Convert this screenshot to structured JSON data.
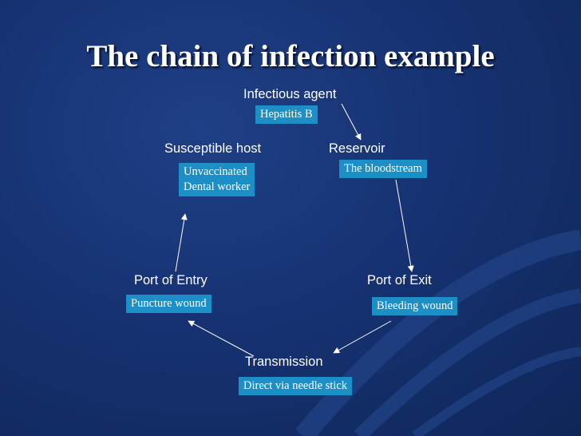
{
  "title": "The chain of infection example",
  "stages": {
    "agent": {
      "label": "Infectious agent",
      "example": [
        "Hepatitis B"
      ]
    },
    "reservoir": {
      "label": "Reservoir",
      "example": [
        "The bloodstream"
      ]
    },
    "exit": {
      "label": "Port of Exit",
      "example": [
        "Bleeding wound"
      ]
    },
    "transmission": {
      "label": "Transmission",
      "example": [
        "Direct via needle stick"
      ]
    },
    "entry": {
      "label": "Port of Entry",
      "example": [
        "Puncture wound"
      ]
    },
    "host": {
      "label": "Susceptible host",
      "example": [
        "Unvaccinated",
        "Dental worker"
      ]
    }
  },
  "colors": {
    "background": "#163272",
    "box": "#1b8fc6",
    "text": "#ffffff"
  }
}
